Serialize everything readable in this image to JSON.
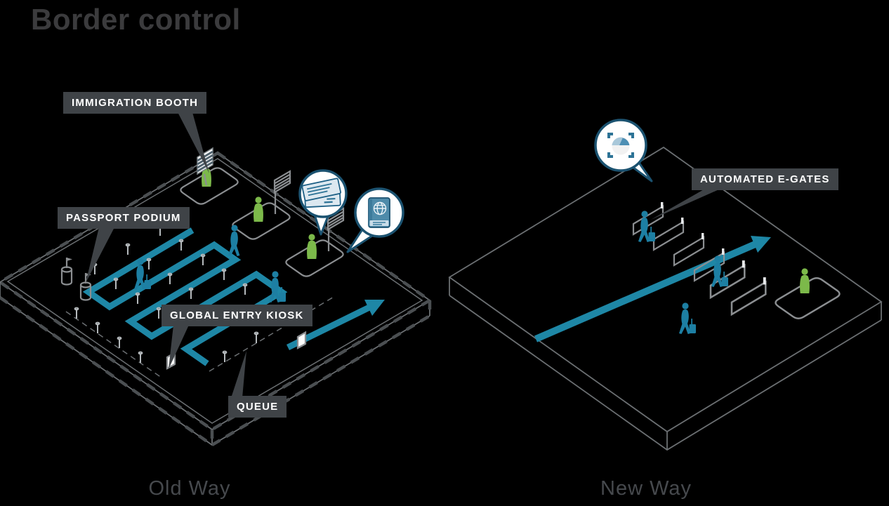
{
  "title": "Border control",
  "colors": {
    "accent": "#1E87A6",
    "peopleBlue": "#1D7FA3",
    "green": "#7CB94A",
    "labelBg": "#3F4347",
    "labelText": "#FFFFFF",
    "outline": "#8B8E91",
    "dim": "#6B6F72",
    "dashline": "#4B4F52",
    "bubbleBorder": "#1B5270",
    "iconBlue": "#2D7396",
    "iconBlueDark": "#1C5F85",
    "iconLight": "#DCE8F0",
    "passportBlue": "#4E8BAA",
    "passportSpine": "#3D7B9B",
    "passportBand": "#C9DDE9",
    "globeLine": "#EAF2F7",
    "hairBlue": "#4E8FB4",
    "hairLight": "#A9C8DA",
    "flagStripe": "#51636E",
    "postColor": "#B5BABD",
    "titleColor": "#3B3B3D",
    "captionColor": "#46494D"
  },
  "panels": {
    "old": {
      "caption": "Old Way",
      "labels": {
        "immigration_booth": "IMMIGRATION BOOTH",
        "passport_podium": "PASSPORT PODIUM",
        "global_entry_kiosk": "GLOBAL ENTRY KIOSK",
        "queue": "QUEUE"
      },
      "bubble_icons": [
        "customs-forms",
        "passport"
      ]
    },
    "new": {
      "caption": "New Way",
      "labels": {
        "automated_egates": "AUTOMATED E-GATES"
      },
      "bubble_icons": [
        "facial-recognition"
      ]
    }
  }
}
